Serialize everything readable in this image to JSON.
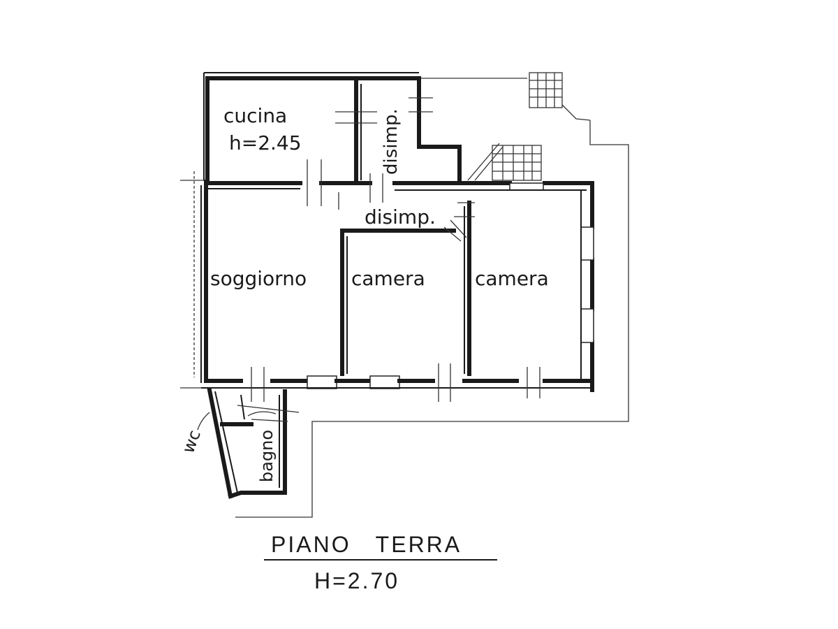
{
  "plan": {
    "rooms": {
      "cucina": "cucina",
      "cucina_height": "h=2.45",
      "disimp_vertical": "disimp.",
      "disimp_horizontal": "disimp.",
      "soggiorno": "soggiorno",
      "camera_center": "camera",
      "camera_right": "camera",
      "wc": "wc",
      "bagno": "bagno"
    },
    "title": "PIANO   TERRA",
    "height": "H=2.70"
  }
}
